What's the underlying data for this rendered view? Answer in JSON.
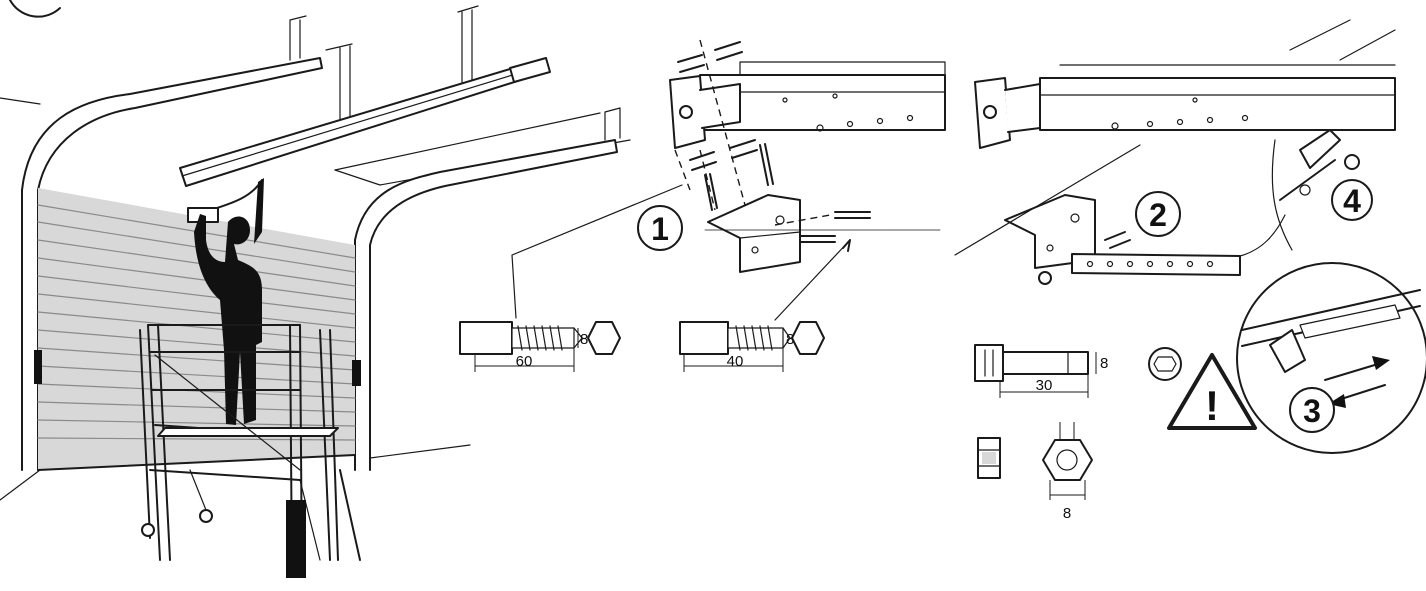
{
  "steps": {
    "s1": "1",
    "s2": "2",
    "s3": "3",
    "s4": "4"
  },
  "dims": {
    "screw1_length": "60",
    "screw1_diameter": "8",
    "screw2_length": "40",
    "screw2_diameter": "8",
    "bolt_length": "30",
    "bolt_diameter": "8",
    "nut_size": "8"
  },
  "warning_glyph": "!",
  "colors": {
    "line": "#1a1a1a",
    "door_panel": "#d0d0d0",
    "silhouette": "#111111"
  },
  "icons": [
    "warning-triangle-icon",
    "slide-arrows-icon"
  ]
}
